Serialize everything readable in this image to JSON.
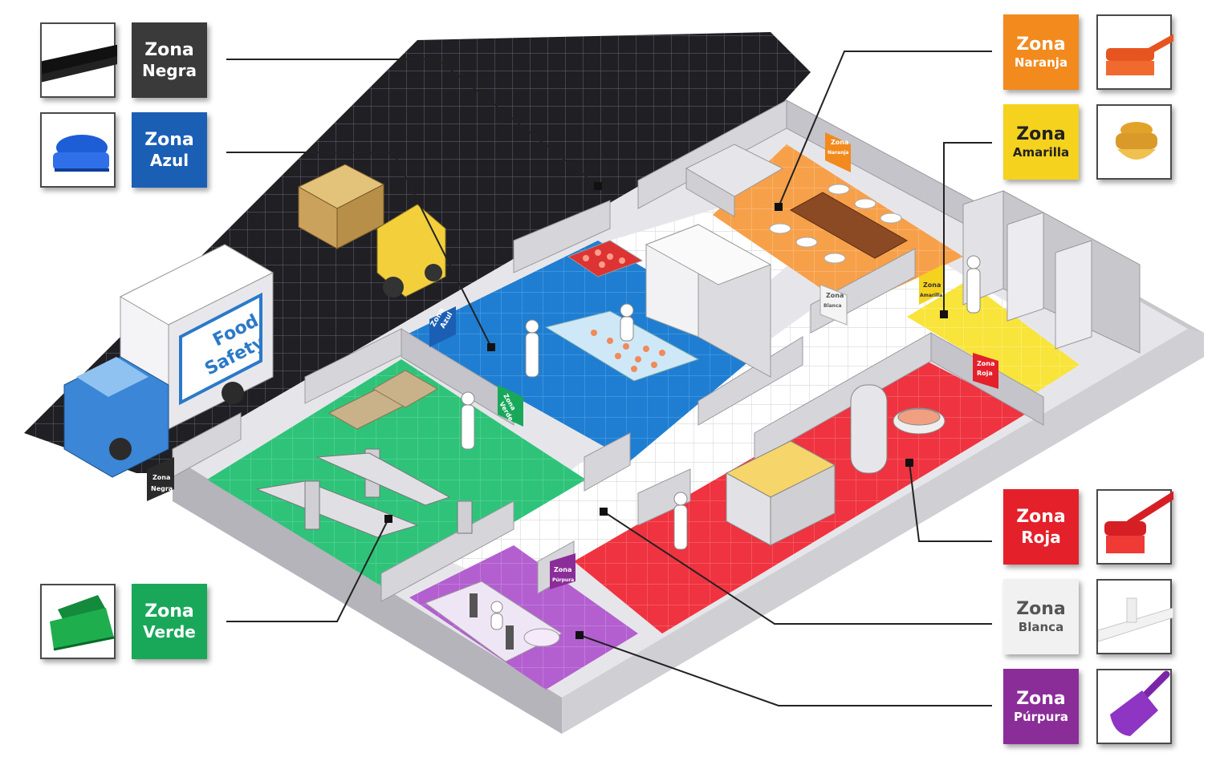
{
  "zones": {
    "negra": {
      "line1": "Zona",
      "line2": "Negra",
      "color": "#3a3a3a",
      "text_color": "#ffffff",
      "tool": "push-broom-icon"
    },
    "azul": {
      "line1": "Zona",
      "line2": "Azul",
      "color": "#1b5fb5",
      "text_color": "#ffffff",
      "tool": "hand-scrub-brush-icon"
    },
    "verde": {
      "line1": "Zona",
      "line2": "Verde",
      "color": "#19a85a",
      "text_color": "#ffffff",
      "tool": "broom-head-icon"
    },
    "naranja": {
      "line1": "Zona",
      "line2": "Naranja",
      "color": "#f28a1e",
      "text_color": "#ffffff",
      "tool": "hand-brush-icon"
    },
    "amarilla": {
      "line1": "Zona",
      "line2": "Amarilla",
      "color": "#f5d21e",
      "text_color": "#222222",
      "tool": "pot-brush-icon"
    },
    "roja": {
      "line1": "Zona",
      "line2": "Roja",
      "color": "#e4202a",
      "text_color": "#ffffff",
      "tool": "handle-brush-icon"
    },
    "blanca": {
      "line1": "Zona",
      "line2": "Blanca",
      "color": "#f1f1f1",
      "text_color": "#555555",
      "tool": "squeegee-icon"
    },
    "purpura": {
      "line1": "Zona",
      "line2": "Púrpura",
      "color": "#8b2d99",
      "text_color": "#ffffff",
      "tool": "scoop-icon"
    }
  },
  "signs": {
    "azul": [
      "Zona",
      "Azul"
    ],
    "verde": [
      "Zona",
      "Verde"
    ],
    "negra": [
      "Zona",
      "Negra"
    ],
    "naranja": [
      "Zona",
      "Naranja"
    ],
    "amarilla": [
      "Zona",
      "Amarilla"
    ],
    "blanca": [
      "Zona",
      "Blanca"
    ],
    "roja": [
      "Zona",
      "Roja"
    ],
    "purpura": [
      "Zona",
      "Púrpura"
    ]
  },
  "truck": {
    "line1": "Food",
    "line2": "Safety"
  }
}
